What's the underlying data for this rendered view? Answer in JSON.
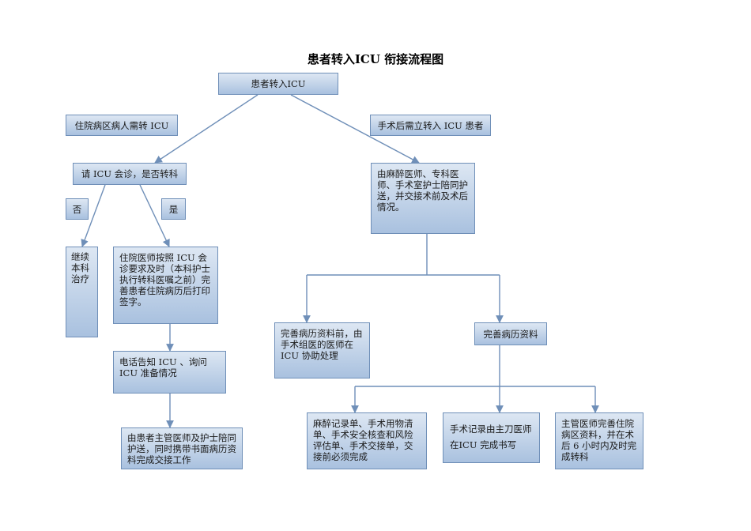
{
  "title": "患者转入ICU 衔接流程图",
  "nodes": {
    "start": "患者转入ICU",
    "ward_need": "住院病区病人需转 ICU",
    "post_op_need": "手术后需立转入 ICU 患者",
    "consult": "请 ICU 会诊，是否转科",
    "no": "否",
    "yes": "是",
    "continue_treat": "继续本科治疗",
    "ward_doctor": "住院医师按照 ICU 会诊要求及时（本科护士执行转科医嘱之前）完善患者住院病历后打印签字。",
    "phone_icu": "电话告知 ICU 、询问ICU 准备情况",
    "escort": "由患者主管医师及护士陪同护送，同时携带书面病历资料完成交接工作",
    "anesth_escort": "由麻醉医师、专科医师、手术室护士陪同护送，并交接术前及术后情况。",
    "before_complete": "完善病历资料前，由手术组医的医师在ICU 协助处理",
    "complete_records": "完善病历资料",
    "anesth_records": "麻醉记录单、手术用物清单、手术安全核查和风险评估单、手术交接单，交接前必须完成",
    "surgeon_record": "手术记录由主刀医师在ICU 完成书写",
    "attending_complete": "主管医师完善住院病区资料，并在术后 6 小时内及时完成转科"
  }
}
